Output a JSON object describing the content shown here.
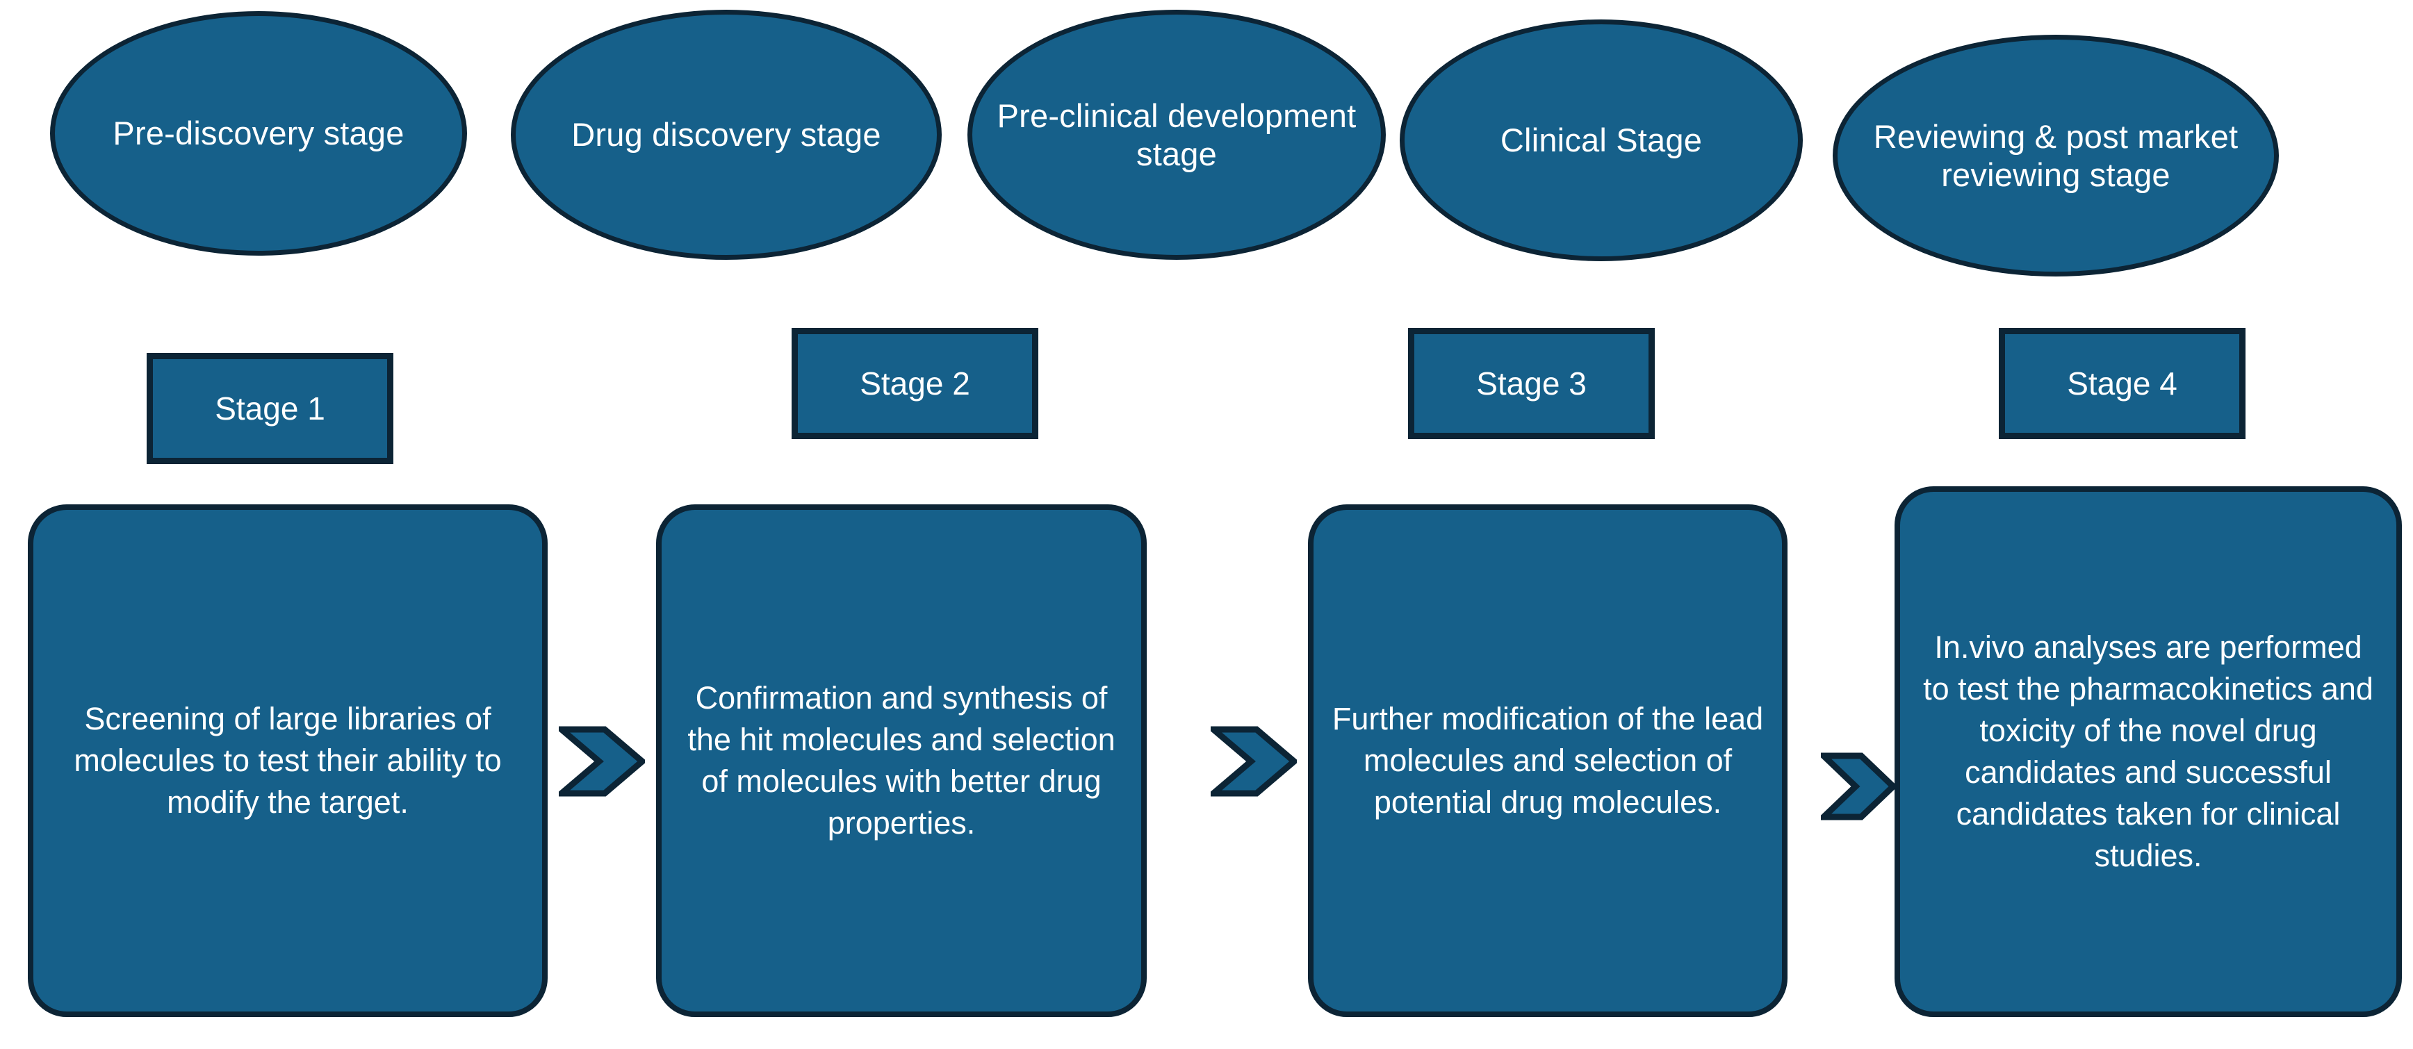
{
  "diagram": {
    "title": "Drug development pipeline stages",
    "colors": {
      "shape_fill": "#16608a",
      "shape_border": "#0c2435",
      "text": "#ffffff",
      "background": "#ffffff"
    },
    "stages_row": [
      {
        "label": "Pre-discovery stage"
      },
      {
        "label": "Drug discovery stage"
      },
      {
        "label": "Pre-clinical development stage"
      },
      {
        "label": "Clinical Stage"
      },
      {
        "label": "Reviewing & post market reviewing stage"
      }
    ],
    "stage_markers": [
      {
        "label": "Stage 1"
      },
      {
        "label": "Stage 2"
      },
      {
        "label": "Stage 3"
      },
      {
        "label": "Stage 4"
      }
    ],
    "descriptions": [
      {
        "text": "Screening of large libraries of molecules to test their ability to modify the target."
      },
      {
        "text": "Confirmation and synthesis of the hit molecules and selection of molecules with better drug properties."
      },
      {
        "text": "Further modification of the lead molecules and selection of potential drug molecules."
      },
      {
        "text": "In.vivo analyses are performed to test the pharmacokinetics and toxicity of the novel drug candidates and successful candidates taken for clinical studies."
      }
    ],
    "connectors": [
      {
        "name": "chevron-arrow-1"
      },
      {
        "name": "chevron-arrow-2"
      },
      {
        "name": "chevron-arrow-3"
      }
    ]
  }
}
